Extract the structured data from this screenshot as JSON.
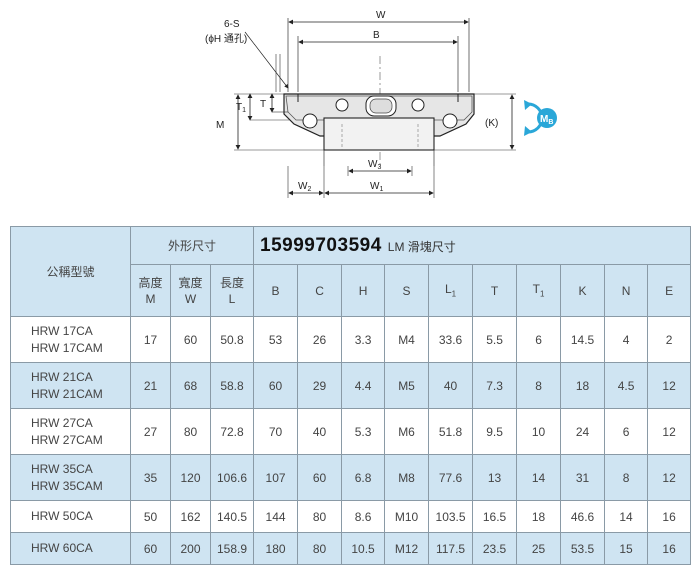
{
  "drawing": {
    "labels": {
      "six_s": "6-S",
      "hole_note": "(ϕH 通孔)",
      "W": "W",
      "B": "B",
      "T1": "T",
      "T1_sub": "1",
      "T": "T",
      "M": "M",
      "K": "(K)",
      "MB": "M",
      "MB_sub": "B",
      "W3": "W",
      "W3_sub": "3",
      "W2": "W",
      "W2_sub": "2",
      "W1": "W",
      "W1_sub": "1"
    }
  },
  "table": {
    "header": {
      "model": "公稱型號",
      "outer_group": "外形尺寸",
      "phone": "15999703594",
      "lm_group": "LM 滑塊尺寸",
      "cols": [
        {
          "top": "高度",
          "bottom": "M"
        },
        {
          "top": "寬度",
          "bottom": "W"
        },
        {
          "top": "長度",
          "bottom": "L"
        }
      ],
      "lm_cols": [
        {
          "main": "B",
          "sub": ""
        },
        {
          "main": "C",
          "sub": ""
        },
        {
          "main": "H",
          "sub": ""
        },
        {
          "main": "S",
          "sub": ""
        },
        {
          "main": "L",
          "sub": "1"
        },
        {
          "main": "T",
          "sub": ""
        },
        {
          "main": "T",
          "sub": "1"
        },
        {
          "main": "K",
          "sub": ""
        },
        {
          "main": "N",
          "sub": ""
        },
        {
          "main": "E",
          "sub": ""
        }
      ]
    },
    "rows": [
      {
        "models": [
          "HRW  17CA",
          "HRW  17CAM"
        ],
        "values": [
          "17",
          "60",
          "50.8",
          "53",
          "26",
          "3.3",
          "M4",
          "33.6",
          "5.5",
          "6",
          "14.5",
          "4",
          "2"
        ]
      },
      {
        "models": [
          "HRW  21CA",
          "HRW  21CAM"
        ],
        "values": [
          "21",
          "68",
          "58.8",
          "60",
          "29",
          "4.4",
          "M5",
          "40",
          "7.3",
          "8",
          "18",
          "4.5",
          "12"
        ]
      },
      {
        "models": [
          "HRW  27CA",
          "HRW  27CAM"
        ],
        "values": [
          "27",
          "80",
          "72.8",
          "70",
          "40",
          "5.3",
          "M6",
          "51.8",
          "9.5",
          "10",
          "24",
          "6",
          "12"
        ]
      },
      {
        "models": [
          "HRW  35CA",
          "HRW  35CAM"
        ],
        "values": [
          "35",
          "120",
          "106.6",
          "107",
          "60",
          "6.8",
          "M8",
          "77.6",
          "13",
          "14",
          "31",
          "8",
          "12"
        ]
      },
      {
        "models": [
          "HRW  50CA"
        ],
        "values": [
          "50",
          "162",
          "140.5",
          "144",
          "80",
          "8.6",
          "M10",
          "103.5",
          "16.5",
          "18",
          "46.6",
          "14",
          "16"
        ]
      },
      {
        "models": [
          "HRW  60CA"
        ],
        "values": [
          "60",
          "200",
          "158.9",
          "180",
          "80",
          "10.5",
          "M12",
          "117.5",
          "23.5",
          "25",
          "53.5",
          "15",
          "16"
        ]
      }
    ]
  }
}
